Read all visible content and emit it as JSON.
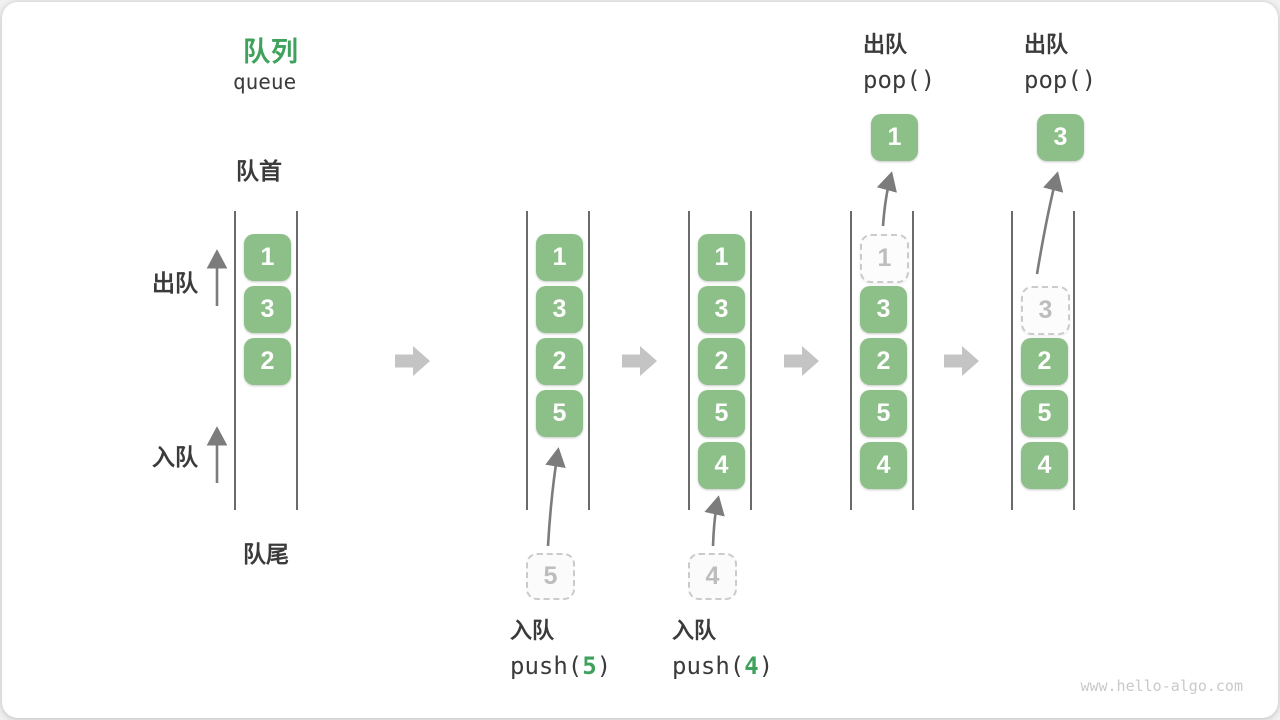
{
  "header": {
    "title": "队列",
    "subtitle": "queue"
  },
  "side_labels": {
    "front": "队首",
    "rear": "队尾",
    "dequeue": "出队",
    "enqueue": "入队"
  },
  "watermark": "www.hello-algo.com",
  "colors": {
    "cell_green": "#8DBF89",
    "accent_green": "#3EA25C",
    "text_dark": "#3B3B3B",
    "ghost_border": "#CBCBCB",
    "ghost_text": "#BDBDBD",
    "wall_line": "#454545",
    "flow_arrow": "#C4C4C4",
    "motion_arrow": "#7C7C7C",
    "watermark_gray": "#C9C9C9"
  },
  "states": [
    {
      "cells": [
        {
          "value": "1",
          "row": 0,
          "ghost": false
        },
        {
          "value": "3",
          "row": 1,
          "ghost": false
        },
        {
          "value": "2",
          "row": 2,
          "ghost": false
        }
      ]
    },
    {
      "cells": [
        {
          "value": "1",
          "row": 0,
          "ghost": false
        },
        {
          "value": "3",
          "row": 1,
          "ghost": false
        },
        {
          "value": "2",
          "row": 2,
          "ghost": false
        },
        {
          "value": "5",
          "row": 3,
          "ghost": false
        }
      ],
      "staged": "5",
      "op": {
        "label": "入队",
        "code_pre": "push(",
        "code_arg": "5",
        "code_post": ")"
      }
    },
    {
      "cells": [
        {
          "value": "1",
          "row": 0,
          "ghost": false
        },
        {
          "value": "3",
          "row": 1,
          "ghost": false
        },
        {
          "value": "2",
          "row": 2,
          "ghost": false
        },
        {
          "value": "5",
          "row": 3,
          "ghost": false
        },
        {
          "value": "4",
          "row": 4,
          "ghost": false
        }
      ],
      "staged": "4",
      "op": {
        "label": "入队",
        "code_pre": "push(",
        "code_arg": "4",
        "code_post": ")"
      }
    },
    {
      "cells": [
        {
          "value": "1",
          "row": 0,
          "ghost": true
        },
        {
          "value": "3",
          "row": 1,
          "ghost": false
        },
        {
          "value": "2",
          "row": 2,
          "ghost": false
        },
        {
          "value": "5",
          "row": 3,
          "ghost": false
        },
        {
          "value": "4",
          "row": 4,
          "ghost": false
        }
      ],
      "popped": "1",
      "op": {
        "label": "出队",
        "code_pre": "pop()",
        "code_arg": "",
        "code_post": ""
      }
    },
    {
      "cells": [
        {
          "value": "3",
          "row": 1,
          "ghost": true
        },
        {
          "value": "2",
          "row": 2,
          "ghost": false
        },
        {
          "value": "5",
          "row": 3,
          "ghost": false
        },
        {
          "value": "4",
          "row": 4,
          "ghost": false
        }
      ],
      "popped": "3",
      "op": {
        "label": "出队",
        "code_pre": "pop()",
        "code_arg": "",
        "code_post": ""
      }
    }
  ]
}
